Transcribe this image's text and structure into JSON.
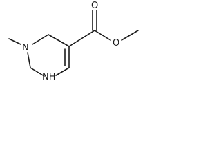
{
  "molecule": {
    "atoms": {
      "n_methyl": "N",
      "n_h": "NH",
      "o_carbonyl": "O",
      "o_ester": "O"
    }
  }
}
